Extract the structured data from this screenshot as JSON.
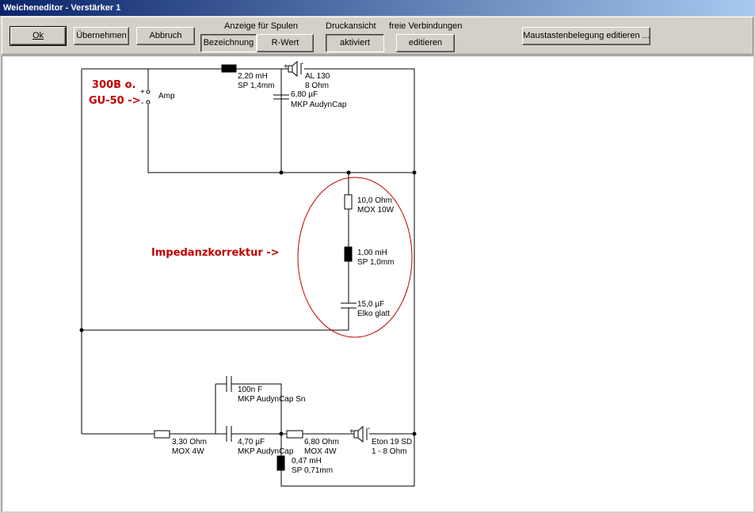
{
  "window": {
    "title": "Weicheneditor - Verstärker 1"
  },
  "toolbar": {
    "ok_label": "Ok",
    "apply_label": "Übernehmen",
    "cancel_label": "Abbruch",
    "coil_display_caption": "Anzeige für Spulen",
    "coil_option_name": "Bezeichnung",
    "coil_option_r": "R-Wert",
    "print_view_caption": "Druckansicht",
    "print_view_state": "aktiviert",
    "free_conn_caption": "freie Verbindungen",
    "free_conn_edit": "editieren",
    "mouse_button_label": "Maustastenbelegung editieren ..."
  },
  "schematic": {
    "amp_label": "Amp",
    "amp_type_line1": "300B o.",
    "amp_type_line2": "GU-50 ->",
    "impedance_note": "Impedanzkorrektur ->",
    "plus": "+",
    "minus": "-",
    "components": {
      "l1": [
        "2,20 mH",
        "SP 1,4mm"
      ],
      "spk1": [
        "AL 130",
        "8 Ohm"
      ],
      "c1": [
        "6,80 µF",
        "MKP AudynCap"
      ],
      "r_imp": [
        "10,0 Ohm",
        "MOX 10W"
      ],
      "l_imp": [
        "1,00 mH",
        "SP 1,0mm"
      ],
      "c_imp": [
        "15,0 µF",
        "Elko glatt"
      ],
      "c_small": [
        "100n F",
        "MKP AudynCap Sn"
      ],
      "r2": [
        "3,30 Ohm",
        "MOX 4W"
      ],
      "c2": [
        "4,70 µF",
        "MKP AudynCap"
      ],
      "r3": [
        "6,80 Ohm",
        "MOX 4W"
      ],
      "spk2": [
        "Eton 19 SD",
        "1 - 8 Ohm"
      ],
      "l2": [
        "0,47 mH",
        "SP 0,71mm"
      ]
    }
  }
}
